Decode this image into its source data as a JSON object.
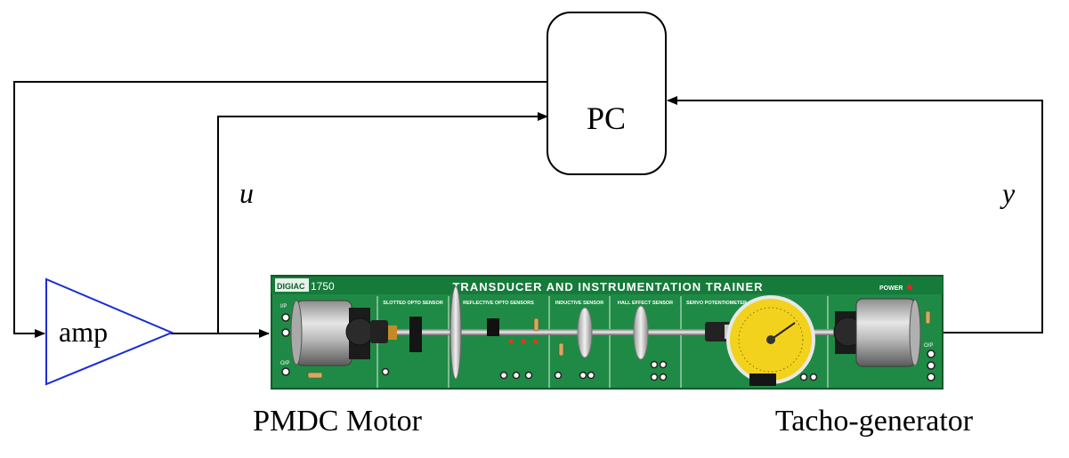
{
  "diagram": {
    "pc_label": "PC",
    "amp_label": "amp",
    "signal_u": "u",
    "signal_y": "y",
    "motor_label": "PMDC Motor",
    "tacho_label": "Tacho-generator"
  },
  "trainer": {
    "brand": "DIGIAC",
    "model": "1750",
    "title": "TRANSDUCER AND INSTRUMENTATION TRAINER",
    "power_label": "POWER",
    "sections": [
      "SLOTTED OPTO SENSOR",
      "REFLECTIVE OPTO SENSORS",
      "INDUCTIVE SENSOR",
      "HALL EFFECT SENSOR",
      "SERVO POTENTIOMETER"
    ],
    "io_in": "I/P",
    "io_out": "O/P"
  },
  "colors": {
    "line": "#000000",
    "amp": "#1a2bd6",
    "board": "#1f8a45",
    "board_dark": "#0f5a2a",
    "dial": "#f2d21c"
  }
}
